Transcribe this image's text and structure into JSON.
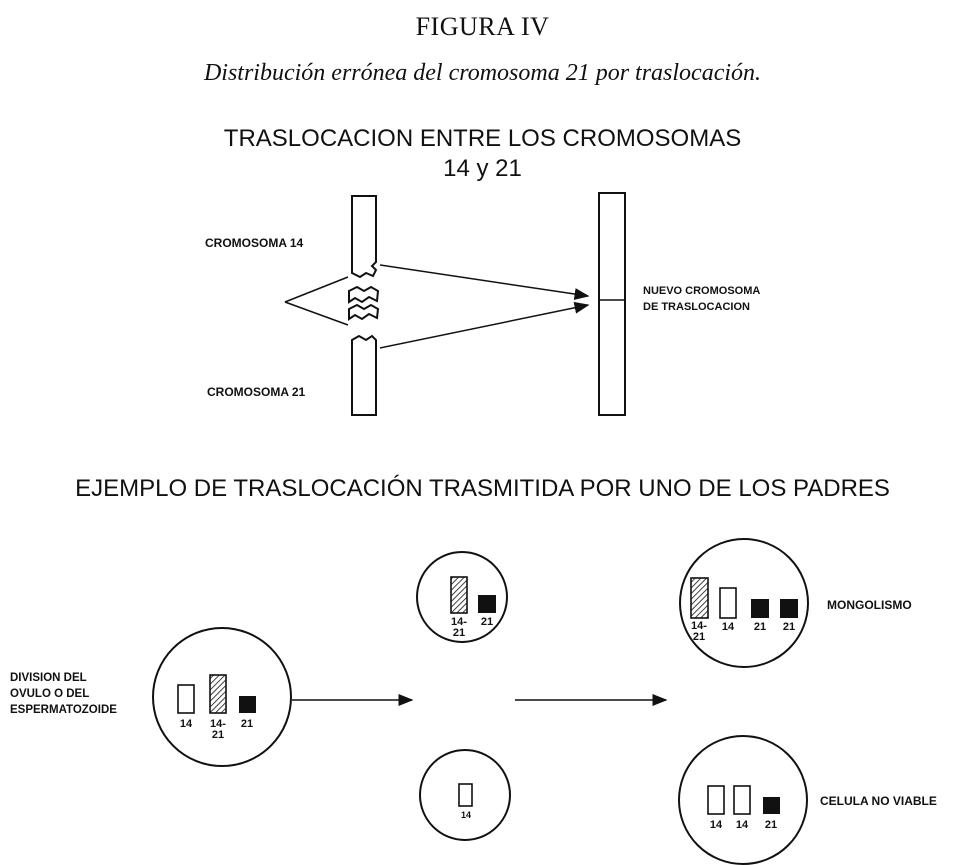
{
  "figure": {
    "title": "FIGURA IV",
    "subtitle": "Distribución errónea del cromosoma 21 por traslocación."
  },
  "top_diagram": {
    "heading_line1": "TRASLOCACION ENTRE LOS CROMOSOMAS",
    "heading_line2": "14 y 21",
    "label_chromosome_14": "CROMOSOMA 14",
    "label_chromosome_21": "CROMOSOMA 21",
    "label_new_line1": "NUEVO CROMOSOMA",
    "label_new_line2": "DE TRASLOCACION"
  },
  "bottom_diagram": {
    "heading": "EJEMPLO DE TRASLOCACIÓN TRASMITIDA POR UNO DE LOS PADRES",
    "parent_label_line1": "DIVISION DEL",
    "parent_label_line2": "OVULO O DEL",
    "parent_label_line3": "ESPERMATOZOIDE",
    "parent_cell": {
      "c1": "14",
      "c2a": "14-",
      "c2b": "21",
      "c3": "21"
    },
    "gamete_top": {
      "c1a": "14-",
      "c1b": "21",
      "c2": "21"
    },
    "gamete_bottom": {
      "c1": "14"
    },
    "result_top": {
      "c1a": "14-",
      "c1b": "21",
      "c2": "14",
      "c3": "21",
      "c4": "21",
      "label": "MONGOLISMO"
    },
    "result_bottom": {
      "c1": "14",
      "c2": "14",
      "c3": "21",
      "label": "CELULA NO VIABLE"
    }
  },
  "colors": {
    "ink": "#111111",
    "background": "#ffffff"
  }
}
